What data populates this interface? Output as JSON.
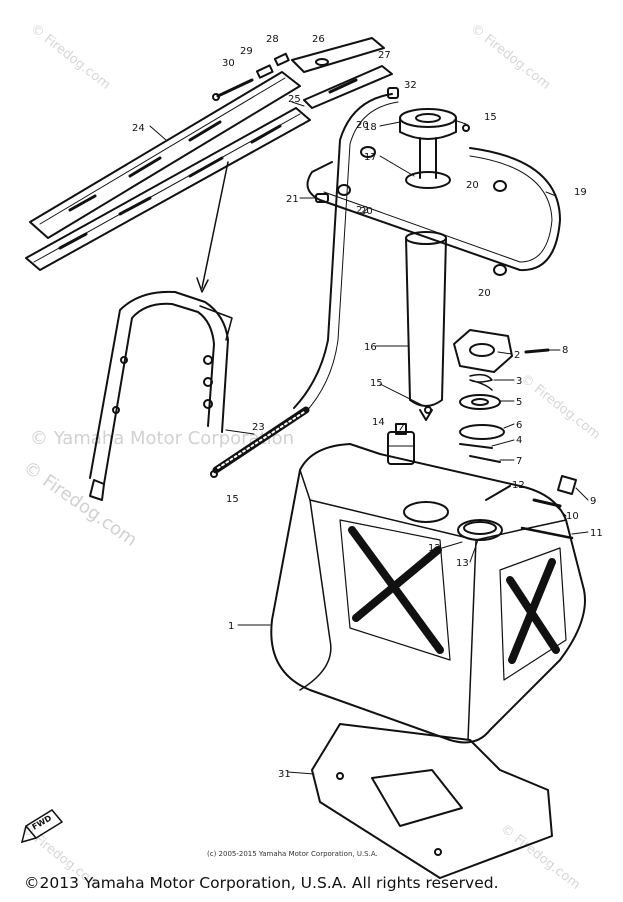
{
  "part_labels": {
    "l1": "1",
    "l2": "2",
    "l3": "3",
    "l4": "4",
    "l5": "5",
    "l6": "6",
    "l7": "7",
    "l8": "8",
    "l9": "9",
    "l10": "10",
    "l11": "11",
    "l12a": "12",
    "l12b": "12",
    "l13": "13",
    "l14": "14",
    "l15a": "15",
    "l15b": "15",
    "l15c": "15",
    "l16": "16",
    "l17": "17",
    "l18": "18",
    "l19": "19",
    "l20a": "20",
    "l20b": "20",
    "l20c": "20",
    "l20d": "20",
    "l21": "21",
    "l22": "22",
    "l23": "23",
    "l24": "24",
    "l25": "25",
    "l26": "26",
    "l27": "27",
    "l28": "28",
    "l29": "29",
    "l30": "30",
    "l31": "31",
    "l32": "32"
  },
  "direction_marker": "FWD",
  "watermarks": {
    "center": "© Yamaha Motor Corporation",
    "left_site": "© Firedog.com",
    "top_left": "© Firedog.com",
    "top_right": "© Firedog.com",
    "right": "© Firedog.com",
    "bottom_left": "© Firedog.com",
    "bottom_right": "© Firedog.com"
  },
  "copyright_small": "(c) 2005-2015 Yamaha Motor Corporation, U.S.A.",
  "copyright_main": "©2013 Yamaha Motor Corporation, U.S.A. All rights reserved."
}
